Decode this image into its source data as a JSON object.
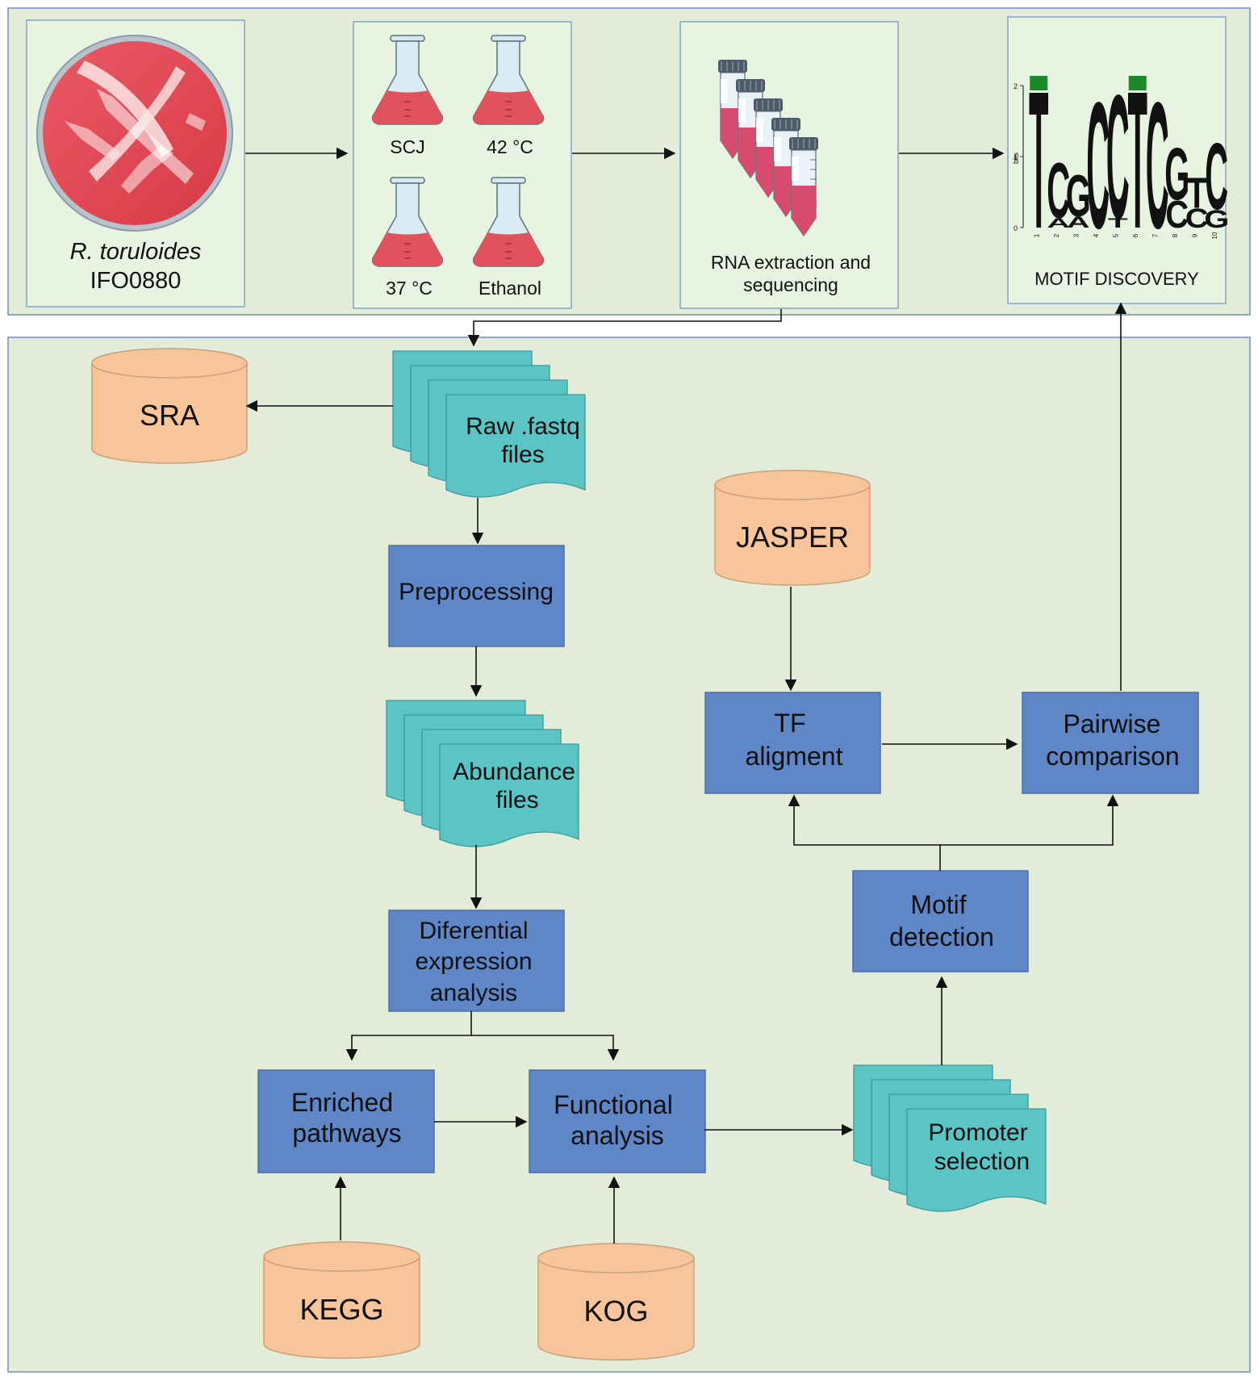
{
  "strain": {
    "species": "R. toruloides",
    "strain_id": "IFO0880"
  },
  "conditions": [
    "SCJ",
    "42 °C",
    "37 °C",
    "Ethanol"
  ],
  "rna_label": [
    "RNA extraction and",
    "sequencing"
  ],
  "motif_discovery": {
    "label": "MOTIF DISCOVERY",
    "axis_label": "bits",
    "y_ticks": [
      "0",
      "1",
      "2"
    ],
    "positions": [
      "1",
      "2",
      "3",
      "4",
      "5",
      "6",
      "7",
      "8",
      "9",
      "10"
    ],
    "main_letters": [
      "T",
      "C",
      "G",
      "C",
      "C",
      "T",
      "C",
      "G",
      "T",
      "C"
    ],
    "secondary_letters": [
      "",
      "A",
      "A",
      "",
      "T",
      "",
      "",
      "C",
      "C",
      "G"
    ],
    "tertiary_letters": [
      "",
      "",
      "T",
      "",
      "",
      "",
      "",
      "",
      "C",
      "G"
    ]
  },
  "databases": {
    "sra": "SRA",
    "jasper": "JASPER",
    "kegg": "KEGG",
    "kog": "KOG"
  },
  "documents": {
    "raw_fastq": [
      "Raw .fastq",
      "files"
    ],
    "abundance": [
      "Abundance",
      "files"
    ],
    "promoter": [
      "Promoter",
      "selection"
    ]
  },
  "processes": {
    "preprocessing": [
      "Preprocessing"
    ],
    "diff_expression": [
      "Diferential",
      "expression",
      "analysis"
    ],
    "enriched": [
      "Enriched",
      "pathways"
    ],
    "functional": [
      "Functional",
      "analysis"
    ],
    "tf_alignment": [
      "TF",
      "aligment"
    ],
    "pairwise": [
      "Pairwise",
      "comparison"
    ],
    "motif_detection": [
      "Motif",
      "detection"
    ]
  },
  "colors": {
    "panel_fill": "#e2ecd9",
    "panel_border": "#6f8fc4",
    "card_fill": "#e8f4e2",
    "process_fill": "#5f86c6",
    "process_border": "#4a6fae",
    "document_fill": "#5bc4c4",
    "document_border": "#3d9a9c",
    "database_fill": "#f8c49a",
    "database_border": "#c9a27e",
    "arrow": "#111111",
    "plate_red": "#e0444f",
    "flask_liquid": "#e2525c",
    "logo_T": "#f79b1b",
    "logo_G": "#f79b1b",
    "logo_C": "#1f1fd1",
    "logo_A": "#d11f1f",
    "logo_bar": "#1a8a2a"
  }
}
